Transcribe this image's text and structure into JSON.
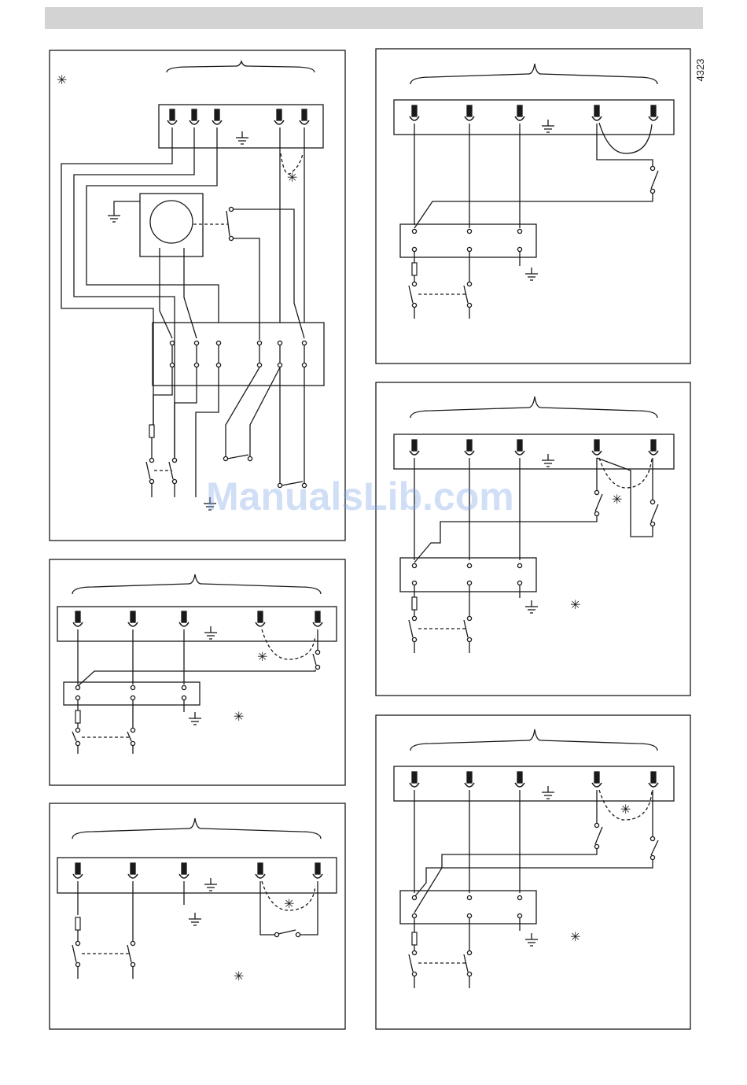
{
  "page": {
    "doc_number": "4323",
    "watermark": "ManualsLib.com"
  },
  "diagrams": [
    {
      "name": "wiring-diagram-main",
      "symbol": "✳"
    },
    {
      "name": "wiring-diagram-bottom-left-a",
      "symbol": "✳"
    },
    {
      "name": "wiring-diagram-bottom-left-b",
      "symbol": "✳"
    },
    {
      "name": "wiring-diagram-top-right",
      "symbol": ""
    },
    {
      "name": "wiring-diagram-middle-right",
      "symbol": "✳"
    },
    {
      "name": "wiring-diagram-bottom-right",
      "symbol": "✳"
    }
  ],
  "colors": {
    "line": "#1a1a1a",
    "header": "#d3d3d3",
    "watermark": "#78a0e6"
  }
}
